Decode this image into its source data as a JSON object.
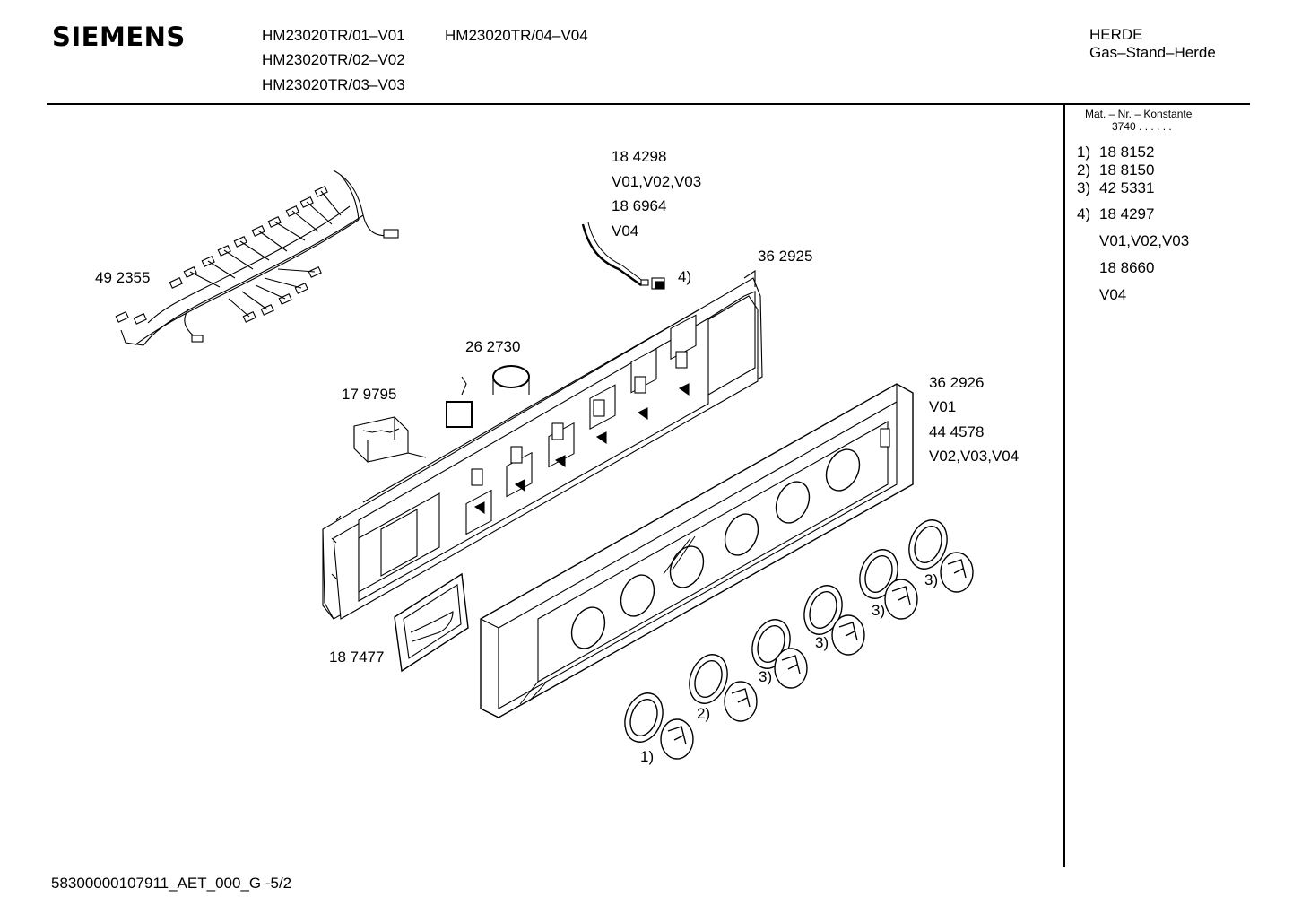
{
  "header": {
    "logo": "SIEMENS",
    "models": [
      "HM23020TR/01–V01",
      "HM23020TR/02–V02",
      "HM23020TR/03–V03",
      "HM23020TR/04–V04"
    ],
    "category": "HERDE",
    "subcategory": "Gas–Stand–Herde"
  },
  "sidebar": {
    "mat_header": "Mat. – Nr. – Konstante",
    "mat_value": "3740 . .   . . . .",
    "items": [
      {
        "num": "1)",
        "part": "18 8152"
      },
      {
        "num": "2)",
        "part": "18 8150"
      },
      {
        "num": "3)",
        "part": "42 5331"
      },
      {
        "num": "4)",
        "part": "18 4297"
      }
    ],
    "variant_a": "V01,V02,V03",
    "variant_a_part": "18 8660",
    "variant_b": "V04"
  },
  "parts": {
    "p1": "18 4298",
    "p1_variant": "V01,V02,V03",
    "p2": "18 6964",
    "p2_variant": "V04",
    "p3": "4)",
    "p4": "36 2925",
    "p5": "49 2355",
    "p6": "26 2730",
    "p7": "17 9795",
    "p8": "36 2926",
    "p8_variant": "V01",
    "p9": "44 4578",
    "p9_variant": "V02,V03,V04",
    "p10": "18 7477",
    "k1": "1)",
    "k2": "2)",
    "k3a": "3)",
    "k3b": "3)",
    "k3c": "3)",
    "k3d": "3)"
  },
  "footer": "58300000107911_AET_000_G  -5/2"
}
